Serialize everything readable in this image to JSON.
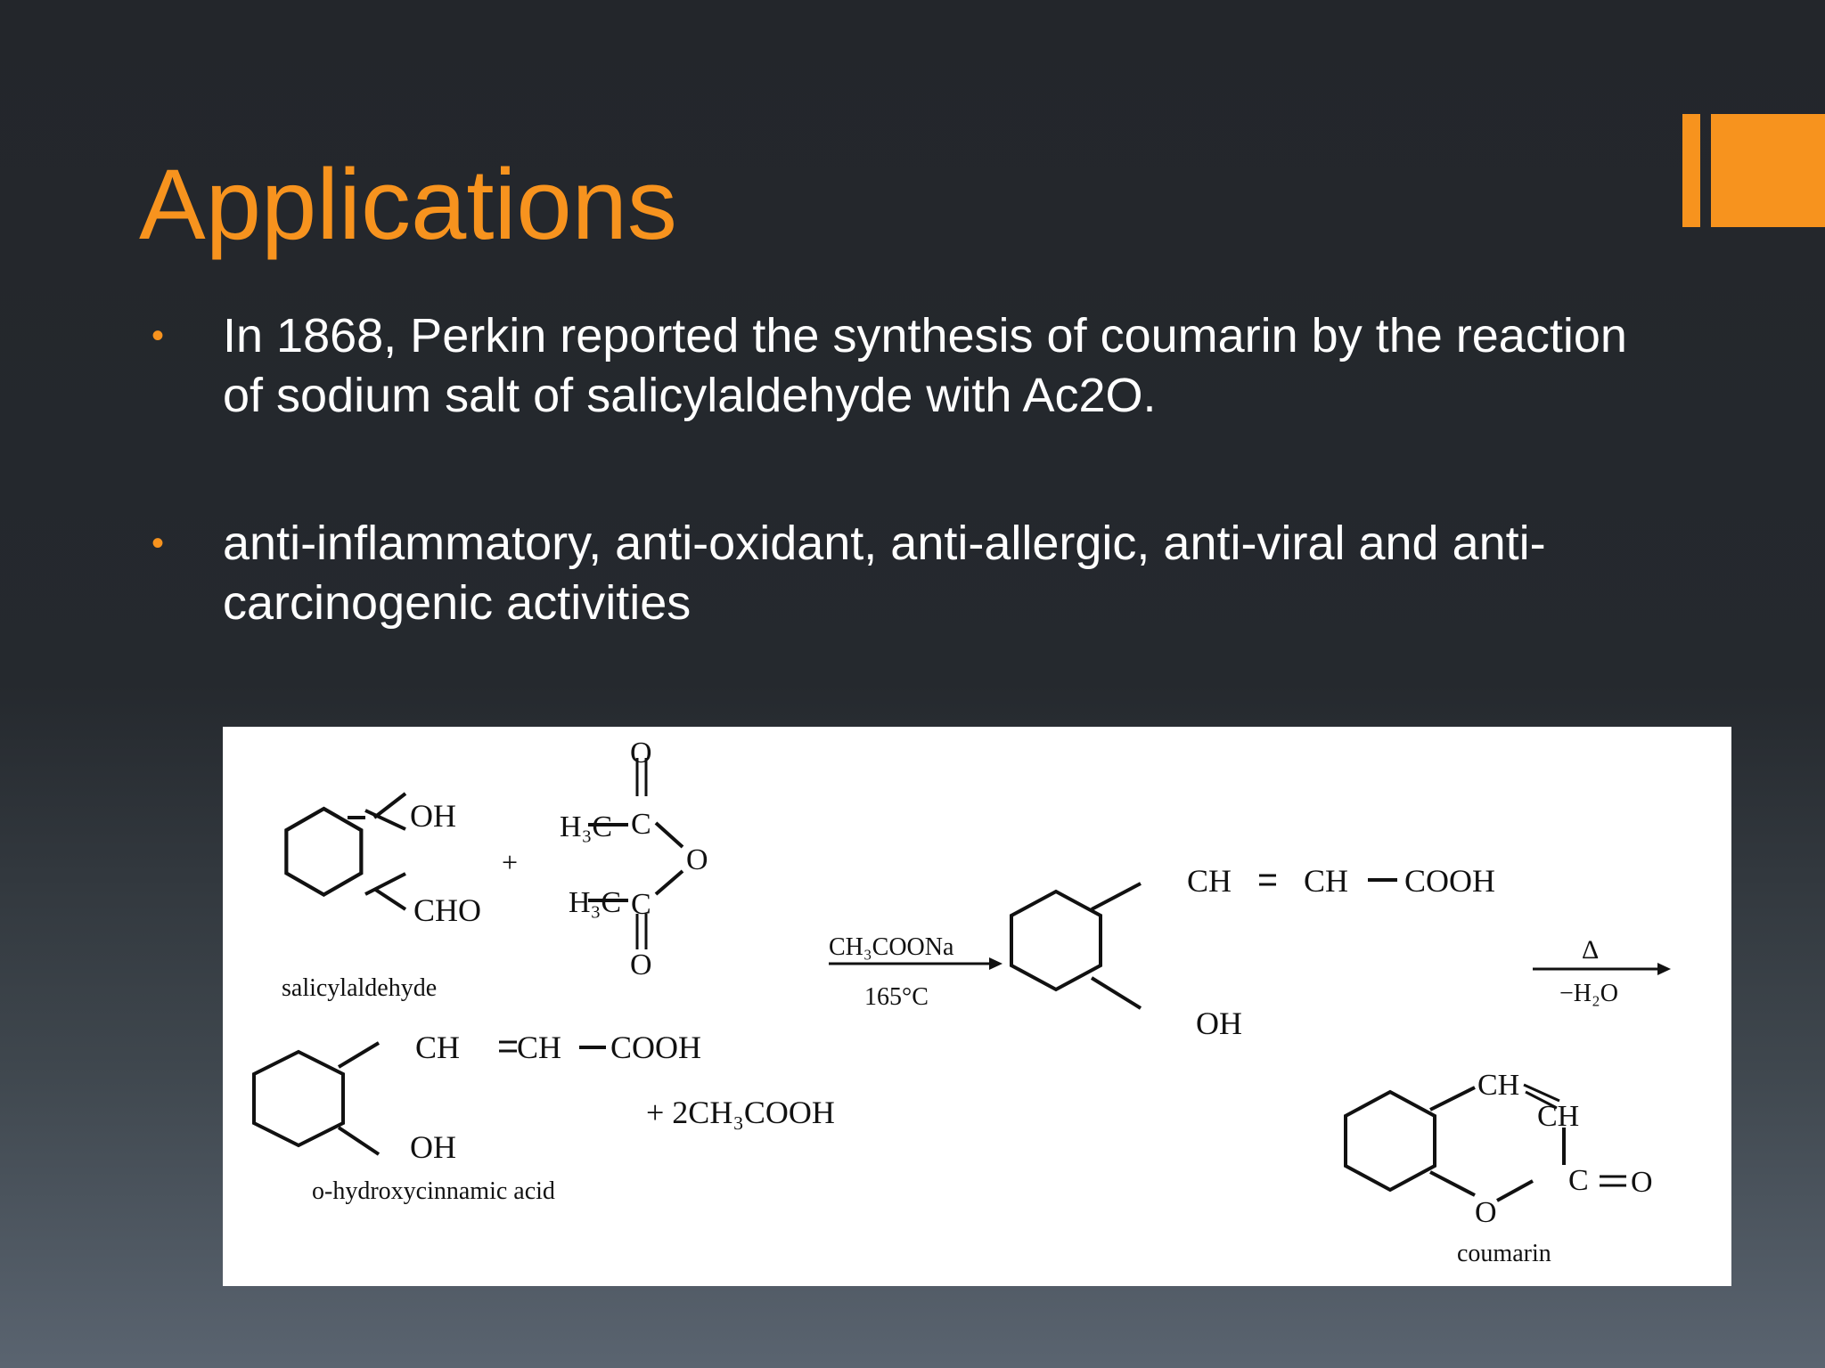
{
  "slide": {
    "title": "Applications",
    "bullets": [
      "In 1868, Perkin reported the synthesis of coumarin by the reaction of sodium salt of salicylaldehyde with Ac2O.",
      "anti-inflammatory, anti-oxidant, anti-allergic, anti-viral and anti-carcinogenic activities"
    ],
    "accent_color": "#f7931e"
  },
  "figure": {
    "oh_1": "OH",
    "cho": "CHO",
    "plus_1": "+",
    "salicylaldehyde": "salicylaldehyde",
    "o_top": "O",
    "h3c_top": "H₃C",
    "c_top": "C",
    "o_ring": "O",
    "h3c_bottom": "H₃C",
    "c_bottom": "C",
    "o_bottom": "O",
    "reagent": "CH₃COONa",
    "temperature": "165°C",
    "ch_1": "CH",
    "ch_2": "CH",
    "cooh_1": "COOH",
    "oh_2": "OH",
    "delta": "Δ",
    "minus_water": "−H₂O",
    "ch_3": "CH",
    "ch_4": "CH",
    "cooh_2": "COOH",
    "oh_3": "OH",
    "acid_name": "o-hydroxycinnamic acid",
    "byproduct": "+  2CH₃COOH",
    "coumarin_ch_1": "CH",
    "coumarin_ch_2": "CH",
    "coumarin_c": "C",
    "coumarin_o_ring": "O",
    "coumarin_o_carbonyl": "O",
    "coumarin": "coumarin"
  }
}
